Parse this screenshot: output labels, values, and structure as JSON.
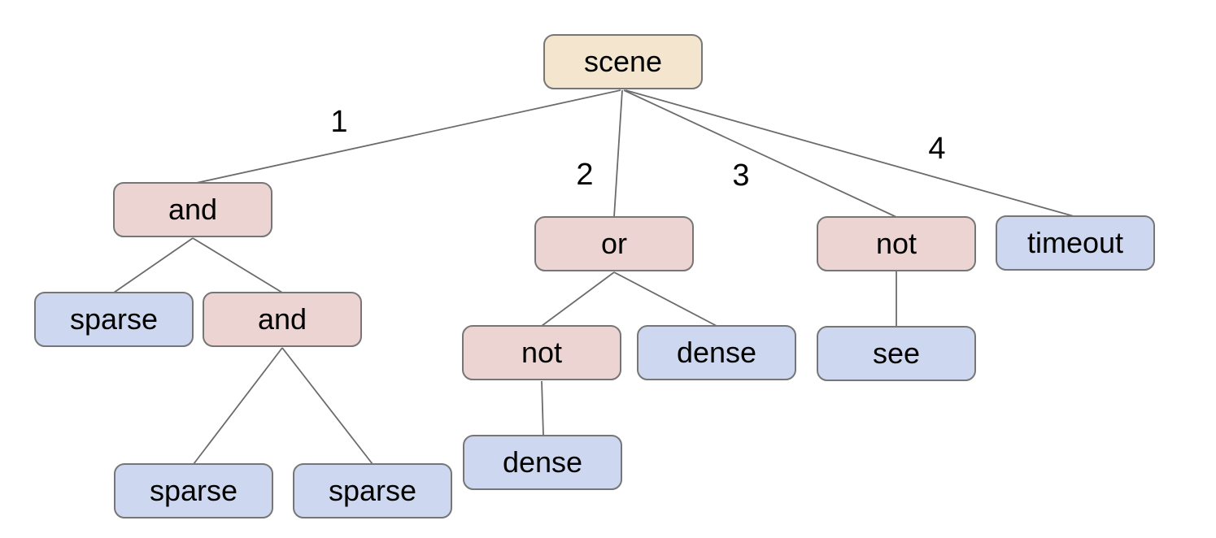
{
  "colors": {
    "background": "#ffffff",
    "root_fill": "#f4e6ce",
    "operator_fill": "#ecd4d3",
    "leaf_fill": "#cdd8f0",
    "border": "#767676",
    "edge_line": "#6b6b6b",
    "text": "#000000"
  },
  "tree": {
    "root": {
      "label": "scene",
      "children": [
        {
          "edge_label": "1",
          "label": "and",
          "children": [
            {
              "label": "sparse",
              "children": []
            },
            {
              "label": "and",
              "children": [
                {
                  "label": "sparse",
                  "children": []
                },
                {
                  "label": "sparse",
                  "children": []
                }
              ]
            }
          ]
        },
        {
          "edge_label": "2",
          "label": "or",
          "children": [
            {
              "label": "not",
              "children": [
                {
                  "label": "dense",
                  "children": []
                }
              ]
            },
            {
              "label": "dense",
              "children": []
            }
          ]
        },
        {
          "edge_label": "3",
          "label": "not",
          "children": [
            {
              "label": "see",
              "children": []
            }
          ]
        },
        {
          "edge_label": "4",
          "label": "timeout",
          "children": []
        }
      ]
    }
  }
}
